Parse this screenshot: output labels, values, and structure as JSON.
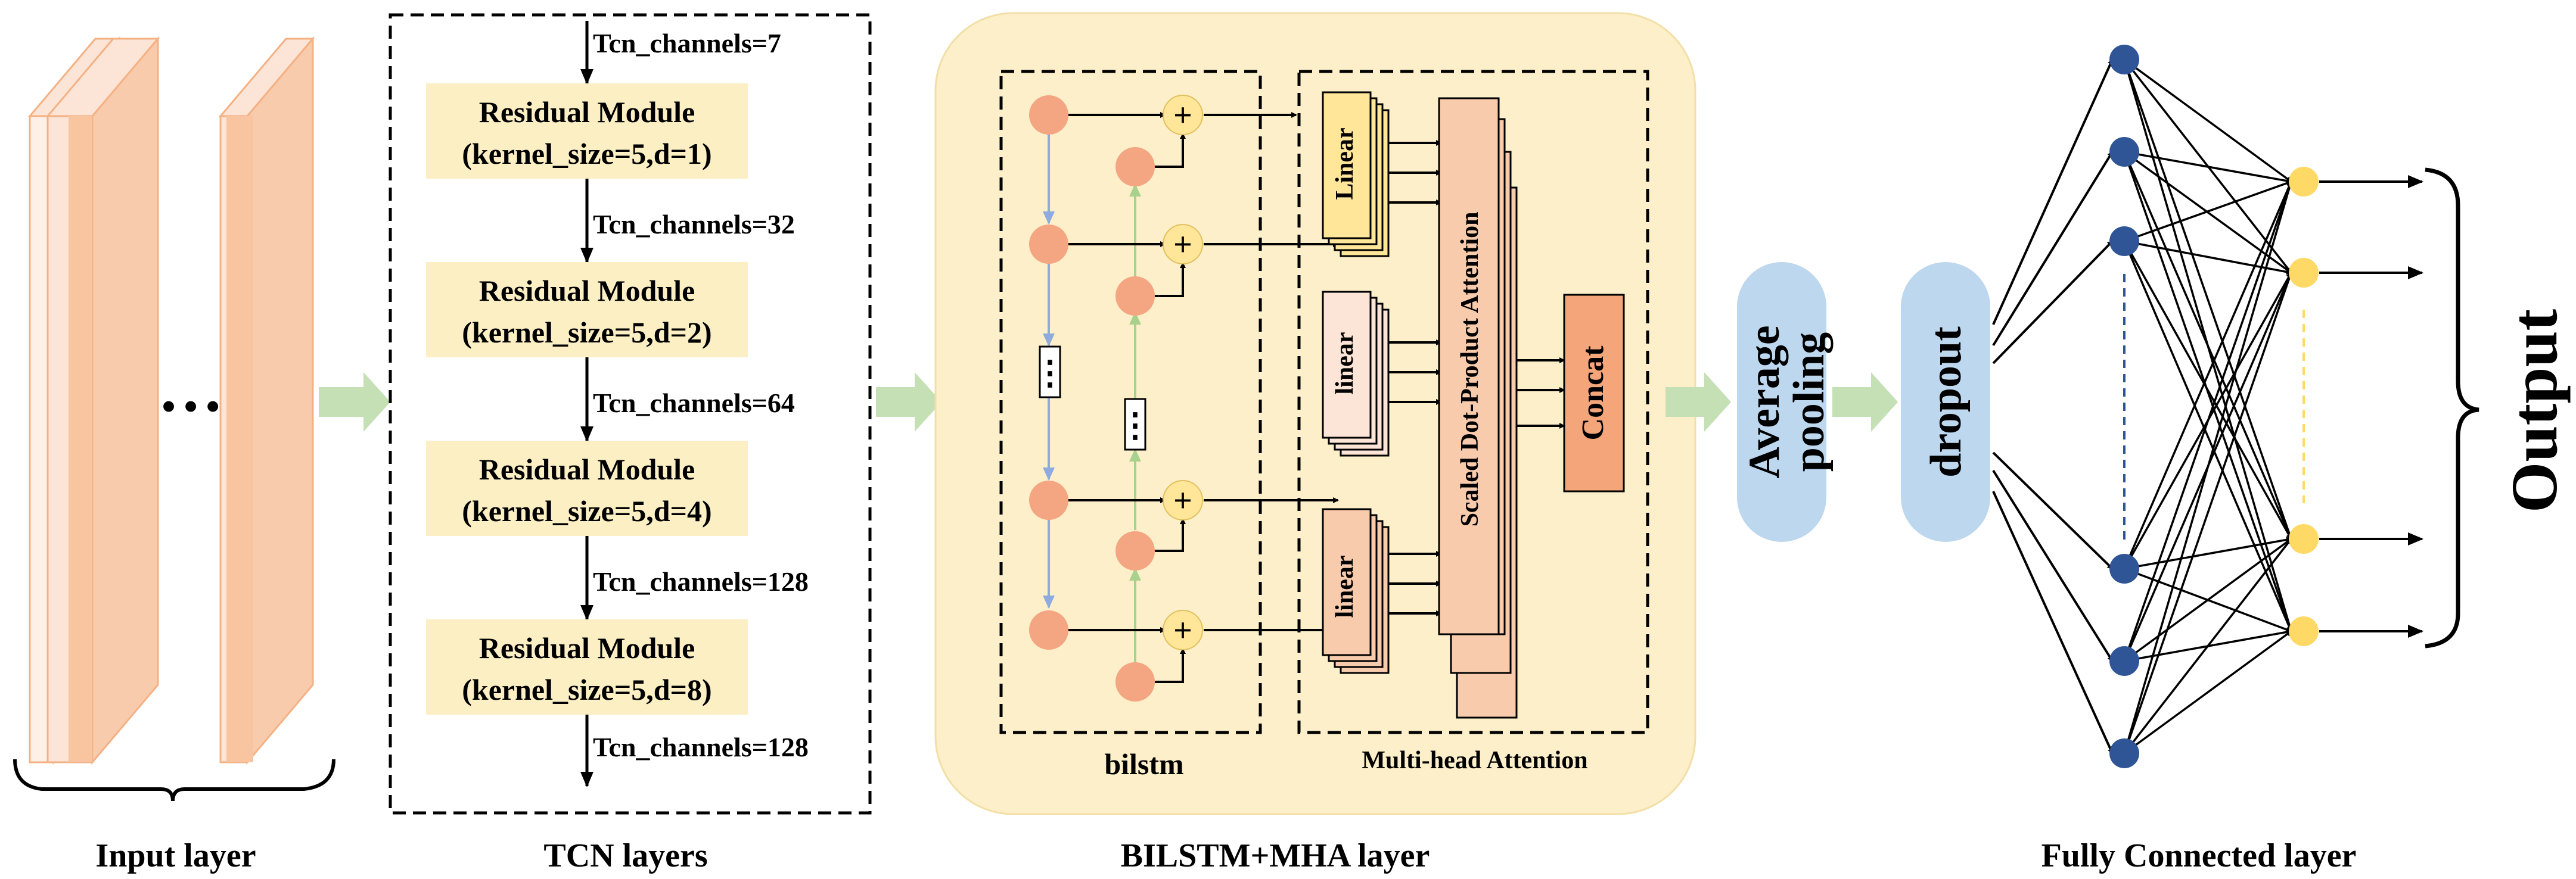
{
  "input_layer": {
    "ellipsis": "…",
    "caption": "Input  layer"
  },
  "tcn": {
    "channel_labels": [
      "Tcn_channels=7",
      "Tcn_channels=32",
      "Tcn_channels=64",
      "Tcn_channels=128",
      "Tcn_channels=128"
    ],
    "modules": [
      {
        "title": "Residual Module",
        "params": "(kernel_size=5,d=1)"
      },
      {
        "title": "Residual Module",
        "params": "(kernel_size=5,d=2)"
      },
      {
        "title": "Residual Module",
        "params": "(kernel_size=5,d=4)"
      },
      {
        "title": "Residual Module",
        "params": "(kernel_size=5,d=8)"
      }
    ],
    "caption": "TCN layers"
  },
  "bilstm_mha": {
    "bilstm_label": "bilstm",
    "plus_symbol": "+",
    "vertical_ellipsis": "⋮",
    "linear_labels": [
      "Linear",
      "linear",
      "linear"
    ],
    "attention_label": "Scaled Dot-Product Attention",
    "concat_label": "Concat",
    "mha_label": "Multi-head Attention",
    "caption": "BILSTM+MHA layer"
  },
  "pooling": {
    "line1": "Average",
    "line2": "pooling"
  },
  "dropout": {
    "label": "dropout"
  },
  "fc": {
    "caption": "Fully Connected layer"
  },
  "output": {
    "label": "Output"
  },
  "colors": {
    "salmon_sheet": "#F8C5A0",
    "sheet_light": "#FCE4D6",
    "module_fill": "#FCEFC4",
    "panel_fill": "#FDEFC9",
    "node_orange": "#F4A582",
    "plus_fill": "#FFE699",
    "linear_yellow": "#FFE699",
    "linear_pink": "#FCE4D6",
    "attention_fill": "#F8CBAD",
    "concat_fill": "#F4A57A",
    "pill_blue": "#BDD7EE",
    "flow_green": "#C5E0B4",
    "node_blue": "#2F5597",
    "node_yellow": "#FFD966",
    "arrow_blue": "#8FAADC",
    "arrow_green": "#A9D18E"
  }
}
